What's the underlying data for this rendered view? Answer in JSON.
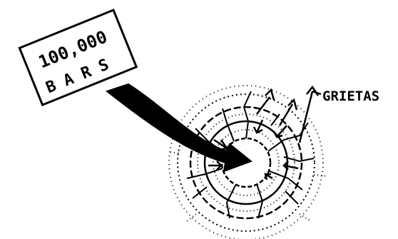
{
  "pressure_sign": {
    "line1": "100,000",
    "line2": "B A R S"
  },
  "crack_label": "GRIETAS",
  "colors": {
    "ink": "#000000",
    "background": "#ffffff"
  }
}
